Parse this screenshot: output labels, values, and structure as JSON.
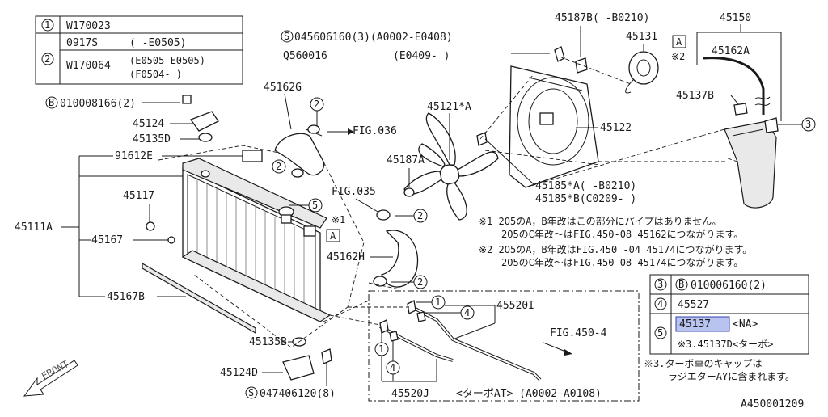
{
  "table_top": {
    "r1_num": "1",
    "r1_val": "W170023",
    "r2_num": "2",
    "r2a_val": "0917S",
    "r2a_range": "(        -E0505)",
    "r2b_val": "W170064",
    "r2b_range1": "(E0505-E0505)",
    "r2b_range2": "(F0504-       )"
  },
  "labels": {
    "b_bolt": "010008166(2)",
    "b_glyph": "B",
    "p45124": "45124",
    "p45135d": "45135D",
    "p91612e": "91612E",
    "p45117": "45117",
    "p45111a": "45111A",
    "p45167": "45167",
    "p45167b": "45167B",
    "p45135b": "45135B",
    "p45124d": "45124D",
    "s_bolt_bottom": "047406120(8)",
    "s_glyph": "S",
    "p45162g": "45162G",
    "fig036": "FIG.036",
    "fig035": "FIG.035",
    "note1_mark": "※1",
    "p45162h": "45162H",
    "box_a": "A",
    "s_bolt_top": "045606160(3)(A0002-E0408)",
    "q560016": "Q560016",
    "q_range": "(E0409-          )",
    "p45121a": "45121*A",
    "p45187a": "45187A",
    "p45187b": "45187B(    -B0210)",
    "p45131": "45131",
    "p45150": "45150",
    "p45162a": "45162A",
    "p45137b": "45137B",
    "note2_mark": "※2",
    "p45122": "45122",
    "p45185a": "45185*A(    -B0210)",
    "p45185b": "45185*B(C0209-      )",
    "p45520i": "45520I",
    "p45520j": "45520J",
    "fig4504": "FIG.450-4",
    "turbo_at": "<ターボAT> (A0002-A0108)",
    "front": "FRONT",
    "ref_id": "A450001209"
  },
  "callouts": {
    "c1": "1",
    "c2": "2",
    "c3": "3",
    "c4": "4",
    "c5": "5"
  },
  "notes": {
    "n1a": "※1  2O5のA，B年改はこの部分にパイプはありません。",
    "n1b": "2O5のC年改～はFIG.450-08 45162につながります。",
    "n2a": "※2  2O5のA，B年改はFIG.450 -04 45174につながります。",
    "n2b": "2O5のC年改～はFIG.450-08 45174につながります。",
    "n3a": "※3.ターボ車のキャップは",
    "n3b": "ラジエターAYに含まれます。"
  },
  "table_right": {
    "r3_num": "3",
    "r3_val": "010006160(2)",
    "r4_num": "4",
    "r4_val": "45527",
    "r5_num": "5",
    "r5_val_a": "45137",
    "r5_val_a_suffix": "<NA>",
    "r5_val_b": "※3.45137D<ターボ>"
  }
}
